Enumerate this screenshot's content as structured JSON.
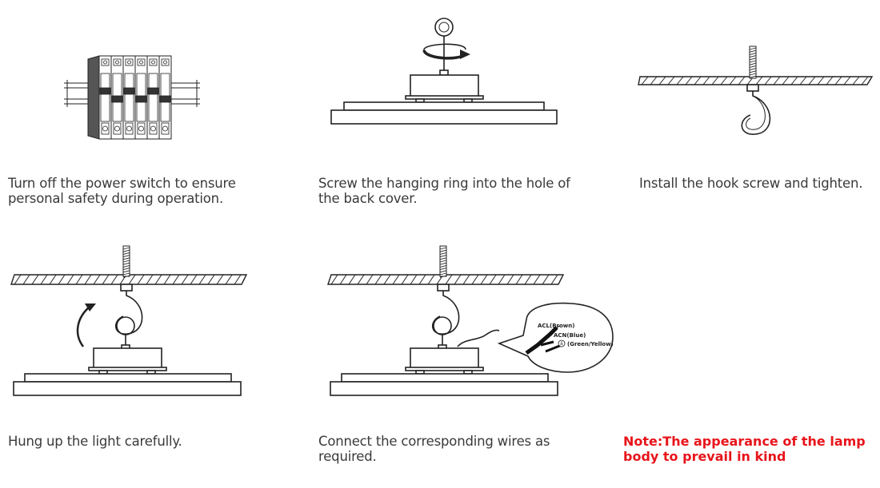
{
  "steps": [
    {
      "caption": "Turn off the power switch to ensure personal safety during operation."
    },
    {
      "caption": "Screw the hanging ring into the hole of the back cover."
    },
    {
      "caption": "Install the hook screw and tighten."
    },
    {
      "caption": "Hung up the light carefully."
    },
    {
      "caption": "Connect the corresponding wires as required."
    }
  ],
  "wire_labels": {
    "acl": "ACL(Brown)",
    "acn": "ACN(Blue)",
    "ground": "(Green/Yellow)"
  },
  "note": "Note:The appearance of the lamp body to prevail in kind",
  "colors": {
    "note": "#e8141b",
    "text": "#3a3a3a",
    "line": "#222222"
  }
}
